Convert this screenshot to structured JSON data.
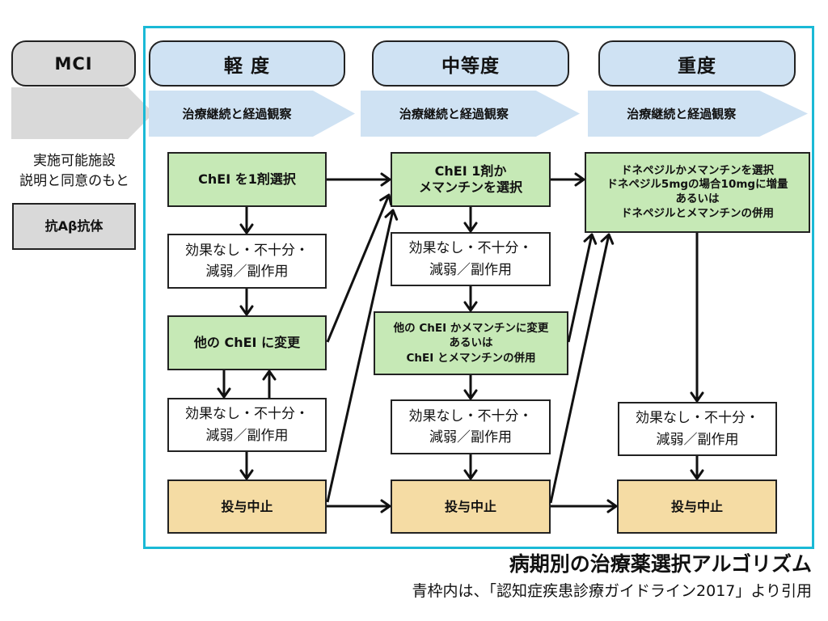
{
  "header": {
    "mci": {
      "label": "MCI"
    },
    "mild": {
      "label": "軽 度",
      "banner": "治療継続と経過観察"
    },
    "moderate": {
      "label": "中等度",
      "banner": "治療継続と経過観察"
    },
    "severe": {
      "label": "重度",
      "banner": "治療継続と経過観察"
    }
  },
  "mci_column": {
    "note": [
      "実施可能施設",
      "説明と同意のもと"
    ],
    "treatment": "抗Aβ抗体"
  },
  "mild_column": {
    "select": [
      "ChEI を1剤選択"
    ],
    "failure_1": [
      "効果なし・不十分・",
      "減弱／副作用"
    ],
    "switch": [
      "他の ChEI に変更"
    ],
    "failure_2": [
      "効果なし・不十分・",
      "減弱／副作用"
    ],
    "stop": "投与中止"
  },
  "moderate_column": {
    "select": [
      "ChEI 1剤か",
      "メマンチンを選択"
    ],
    "failure_1": [
      "効果なし・不十分・",
      "減弱／副作用"
    ],
    "switch": [
      "他の ChEI かメマンチンに変更",
      "あるいは",
      "ChEI とメマンチンの併用"
    ],
    "failure_2": [
      "効果なし・不十分・",
      "減弱／副作用"
    ],
    "stop": "投与中止"
  },
  "severe_column": {
    "select": [
      "ドネペジルかメマンチンを選択",
      "ドネペジル5mgの場合10mgに増量",
      "あるいは",
      "ドネペジルとメマンチンの併用"
    ],
    "failure": [
      "効果なし・不十分・",
      "減弱／副作用"
    ],
    "stop": "投与中止"
  },
  "caption": {
    "title": "病期別の治療薬選択アルゴリズム",
    "source": "青枠内は、「認知症疾患診療ガイドライン2017」より引用"
  },
  "colors": {
    "frame": "#1ab9d6",
    "stage": "#cfe2f3",
    "gray": "#d9d9d9",
    "green": "#c6e9b6",
    "tan": "#f5dca4",
    "border": "#222222"
  }
}
